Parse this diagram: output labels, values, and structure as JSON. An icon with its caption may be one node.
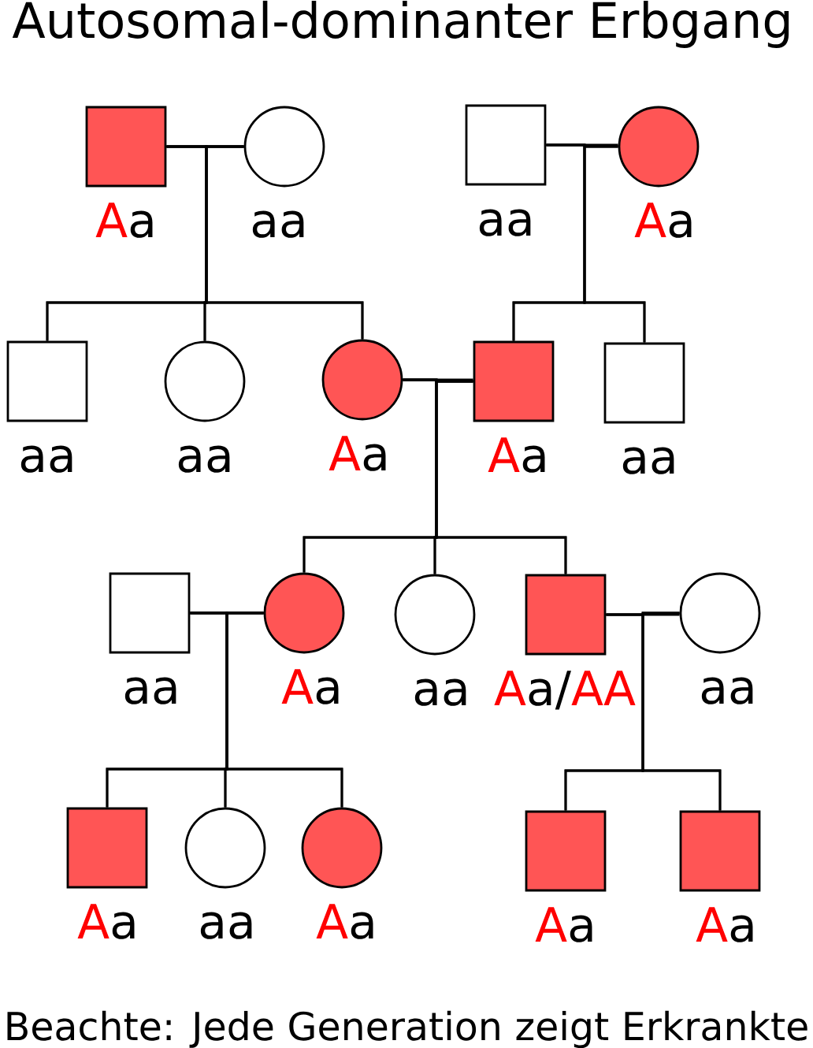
{
  "diagram": {
    "title": "Autosomal-dominanter Erbgang",
    "caption": "Beachte: Jede Generation zeigt Erkrankte",
    "nodes": [
      {
        "text": [],
        "shape": "box",
        "beside": [
          "Aa"
        ]
      },
      {
        "text": [],
        "shape": "circle",
        "beside": [
          "aa"
        ]
      },
      {
        "text": [],
        "shape": "box",
        "beside": [
          "aa"
        ]
      },
      {
        "text": [],
        "shape": "circle",
        "beside": [
          "Aa"
        ]
      },
      {
        "text": [],
        "shape": "box",
        "beside": [
          "aa"
        ]
      },
      {
        "text": [],
        "shape": "circle",
        "beside": [
          "aa"
        ]
      },
      {
        "text": [],
        "shape": "circle",
        "beside": [
          "Aa"
        ]
      },
      {
        "text": [],
        "shape": "box",
        "beside": [
          "Aa"
        ]
      },
      {
        "text": [],
        "shape": "box",
        "beside": [
          "aa"
        ]
      },
      {
        "text": [],
        "shape": "box",
        "beside": [
          "aa"
        ]
      },
      {
        "text": [],
        "shape": "circle",
        "beside": [
          "Aa"
        ]
      },
      {
        "text": [],
        "shape": "circle",
        "beside": [
          "aa"
        ]
      },
      {
        "text": [],
        "shape": "box",
        "beside": [
          "Aa/AA"
        ]
      },
      {
        "text": [],
        "shape": "circle",
        "beside": [
          "aa"
        ]
      },
      {
        "text": [],
        "shape": "box",
        "beside": [
          "Aa"
        ]
      },
      {
        "text": [],
        "shape": "circle",
        "beside": [
          "aa"
        ]
      },
      {
        "text": [],
        "shape": "circle",
        "beside": [
          "Aa"
        ]
      },
      {
        "text": [],
        "shape": "box",
        "beside": [
          "Aa"
        ]
      },
      {
        "text": [],
        "shape": "box",
        "beside": [
          "Aa"
        ]
      }
    ],
    "edges": [
      {
        "from": 0,
        "to": 1,
        "arrow": "none"
      },
      {
        "from": 0,
        "to": 4,
        "arrow": "none"
      },
      {
        "from": 1,
        "to": 4,
        "arrow": "none"
      },
      {
        "from": 0,
        "to": 5,
        "arrow": "none"
      },
      {
        "from": 1,
        "to": 5,
        "arrow": "none"
      },
      {
        "from": 0,
        "to": 6,
        "arrow": "none"
      },
      {
        "from": 1,
        "to": 6,
        "arrow": "none"
      },
      {
        "from": 2,
        "to": 3,
        "arrow": "none"
      },
      {
        "from": 2,
        "to": 7,
        "arrow": "none"
      },
      {
        "from": 3,
        "to": 7,
        "arrow": "none"
      },
      {
        "from": 2,
        "to": 8,
        "arrow": "none"
      },
      {
        "from": 3,
        "to": 8,
        "arrow": "none"
      },
      {
        "from": 6,
        "to": 7,
        "arrow": "none"
      },
      {
        "from": 6,
        "to": 10,
        "arrow": "none"
      },
      {
        "from": 7,
        "to": 10,
        "arrow": "none"
      },
      {
        "from": 6,
        "to": 11,
        "arrow": "none"
      },
      {
        "from": 7,
        "to": 11,
        "arrow": "none"
      },
      {
        "from": 6,
        "to": 12,
        "arrow": "none"
      },
      {
        "from": 7,
        "to": 12,
        "arrow": "none"
      },
      {
        "from": 9,
        "to": 10,
        "arrow": "none"
      },
      {
        "from": 9,
        "to": 14,
        "arrow": "none"
      },
      {
        "from": 10,
        "to": 14,
        "arrow": "none"
      },
      {
        "from": 9,
        "to": 15,
        "arrow": "none"
      },
      {
        "from": 10,
        "to": 15,
        "arrow": "none"
      },
      {
        "from": 9,
        "to": 16,
        "arrow": "none"
      },
      {
        "from": 10,
        "to": 16,
        "arrow": "none"
      },
      {
        "from": 12,
        "to": 13,
        "arrow": "none"
      },
      {
        "from": 12,
        "to": 17,
        "arrow": "none"
      },
      {
        "from": 13,
        "to": 17,
        "arrow": "none"
      },
      {
        "from": 12,
        "to": 18,
        "arrow": "none"
      },
      {
        "from": 13,
        "to": 18,
        "arrow": "none"
      }
    ]
  }
}
